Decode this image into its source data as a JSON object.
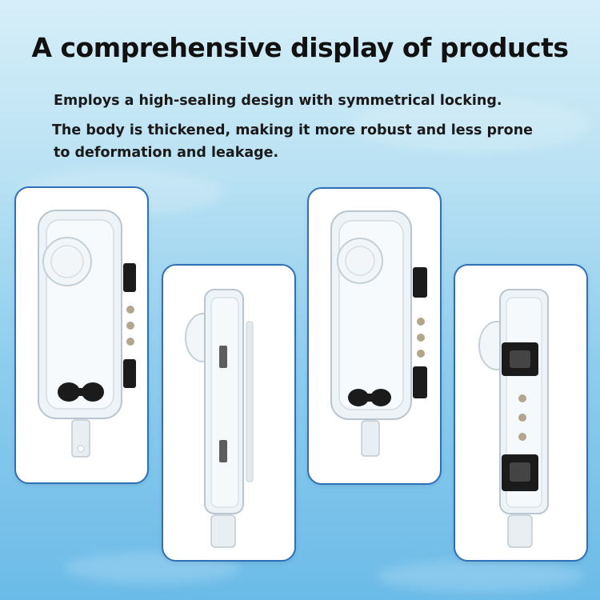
{
  "heading": "A comprehensive display of products",
  "description": {
    "line1": "Employs a high-sealing design with symmetrical locking.",
    "line2": "The body is thickened, making it more robust and less prone",
    "line3": "to deformation and leakage."
  },
  "product_views": [
    "front-view",
    "side-view",
    "angled-front-view",
    "back-side-view"
  ],
  "colors": {
    "card_border": "#2f6fb5",
    "water": "#8fcdee",
    "latch": "#1b1b1b"
  }
}
